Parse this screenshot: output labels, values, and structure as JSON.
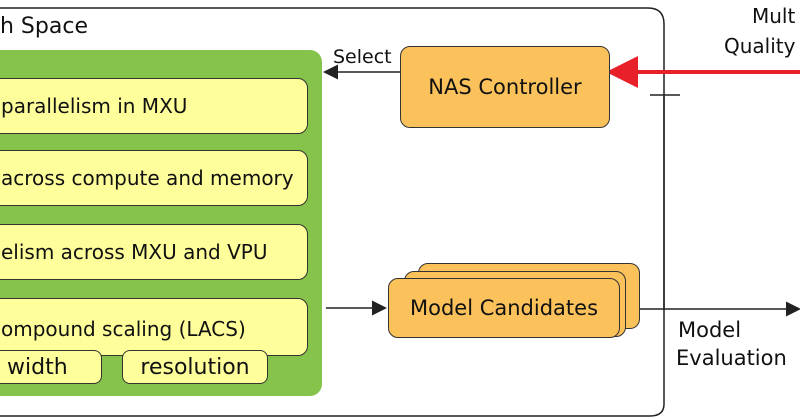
{
  "search_space": {
    "title": "h Space",
    "options": [
      "parallelism in MXU",
      "across compute and memory",
      "elism across MXU and VPU",
      "ompound scaling (LACS)"
    ],
    "scaling_dims": [
      "width",
      "resolution"
    ]
  },
  "controller": {
    "label": "NAS Controller",
    "select_label": "Select"
  },
  "candidates": {
    "label": "Model Candidates"
  },
  "evaluation": {
    "line1": "Model",
    "line2": "Evaluation"
  },
  "reward": {
    "line1": "Mult",
    "line2": "Quality"
  },
  "colors": {
    "panel_green": "#86c34a",
    "option_yellow": "#fefe9b",
    "box_orange": "#fbc15a",
    "reward_arrow_red": "#e8202a"
  }
}
